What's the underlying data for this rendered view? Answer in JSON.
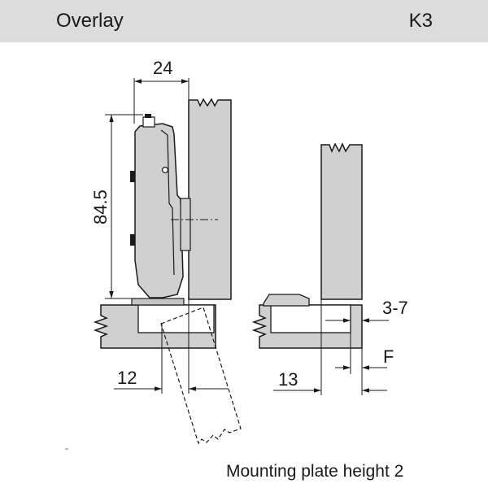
{
  "header": {
    "title": "Overlay",
    "code": "K3",
    "background": "#dcdcdc"
  },
  "diagram": {
    "dimensions": {
      "hinge_width": "24",
      "hinge_height": "84.5",
      "left_offset": "12",
      "right_offset": "13",
      "overlay_range": "3-7",
      "overlay_label": "F"
    },
    "part_fill": "#d0d0d0",
    "line_color": "#1a1a1a"
  },
  "caption": "Mounting plate height 2"
}
